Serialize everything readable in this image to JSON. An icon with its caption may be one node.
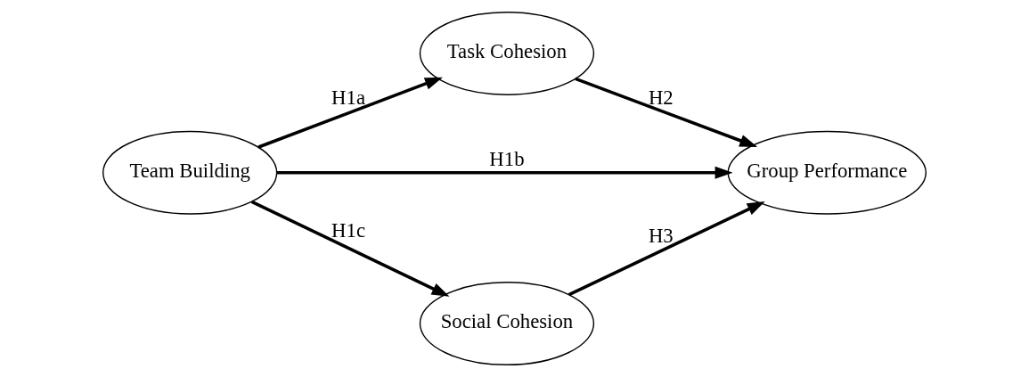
{
  "diagram": {
    "nodes": [
      {
        "text": [
          "Team Building"
        ]
      },
      {
        "text": [
          "Task Cohesion"
        ]
      },
      {
        "text": [
          "Group Performance"
        ]
      },
      {
        "text": [
          "Social Cohesion"
        ]
      }
    ],
    "edges": [
      {
        "from": 0,
        "to": 1,
        "arrow": "to",
        "label": "H1a"
      },
      {
        "from": 0,
        "to": 2,
        "arrow": "to",
        "label": "H1b"
      },
      {
        "from": 0,
        "to": 3,
        "arrow": "to",
        "label": "H1c"
      },
      {
        "from": 1,
        "to": 2,
        "arrow": "to",
        "label": "H2"
      },
      {
        "from": 3,
        "to": 2,
        "arrow": "to",
        "label": "H3"
      }
    ]
  }
}
